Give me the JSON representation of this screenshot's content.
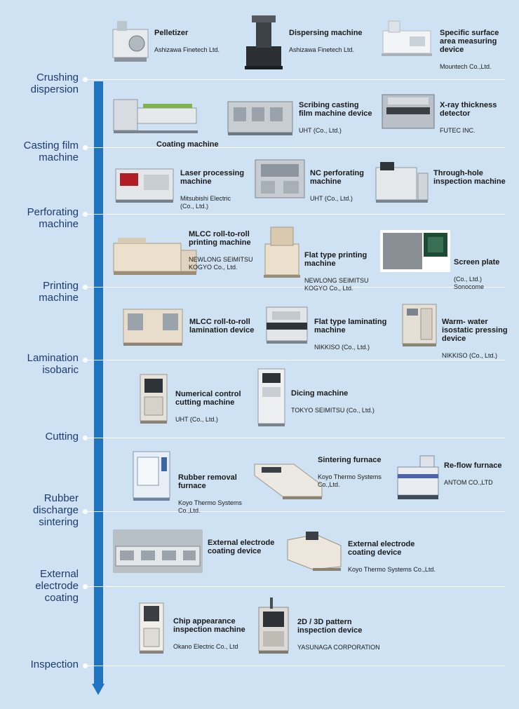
{
  "colors": {
    "background": "#cfe2f4",
    "arrow": "#1f73bf",
    "stage_text": "#1e3a6e",
    "divider": "#ffffff"
  },
  "stages": [
    {
      "label": "Crushing\ndispersion"
    },
    {
      "label": "Casting film\nmachine"
    },
    {
      "label": "Perforating\nmachine"
    },
    {
      "label": "Printing\nmachine"
    },
    {
      "label": "Lamination\nisobaric"
    },
    {
      "label": "Cutting"
    },
    {
      "label": "Rubber\ndischarge\nsintering"
    },
    {
      "label": "External\nelectrode\ncoating"
    },
    {
      "label": "Inspection"
    }
  ],
  "equipment": {
    "pelletizer": {
      "name": "Pelletizer",
      "maker": "Ashizawa Finetech Ltd."
    },
    "dispersing": {
      "name": "Dispersing machine",
      "maker": "Ashizawa Finetech Ltd."
    },
    "surface_area": {
      "name": "Specific surface\narea measuring\ndevice",
      "maker": "Mountech Co.,Ltd."
    },
    "coating": {
      "name": "Coating machine",
      "maker": ""
    },
    "scribing": {
      "name": "Scribing casting\nfilm machine device",
      "maker": "UHT (Co., Ltd.)"
    },
    "xray": {
      "name": "X-ray thickness\ndetector",
      "maker": "FUTEC INC."
    },
    "laser": {
      "name": "Laser processing\nmachine",
      "maker": "Mitsubishi Electric\n(Co., Ltd.)"
    },
    "nc_perf": {
      "name": "NC perforating\nmachine",
      "maker": "UHT (Co., Ltd.)"
    },
    "through_hole": {
      "name": "Through-hole\ninspection machine",
      "maker": ""
    },
    "mlcc_print": {
      "name": "MLCC roll-to-roll\nprinting machine",
      "maker": "NEWLONG SEIMITSU\nKOGYO Co., Ltd."
    },
    "flat_print": {
      "name": "Flat type printing\nmachine",
      "maker": "NEWLONG SEIMITSU\nKOGYO Co., Ltd."
    },
    "screen_plate": {
      "name": "Screen plate",
      "maker": "(Co., Ltd.)\nSonocome"
    },
    "mlcc_lam": {
      "name": "MLCC roll-to-roll\nlamination device",
      "maker": ""
    },
    "flat_lam": {
      "name": "Flat type laminating\nmachine",
      "maker": "NIKKISO (Co., Ltd.)"
    },
    "warm_press": {
      "name": "Warm- water\nisostatic pressing\ndevice",
      "maker": "NIKKISO (Co., Ltd.)"
    },
    "nc_cut": {
      "name": "Numerical control\ncutting machine",
      "maker": "UHT (Co., Ltd.)"
    },
    "dicing": {
      "name": "Dicing machine",
      "maker": "TOKYO SEIMITSU (Co., Ltd.)"
    },
    "rubber_removal": {
      "name": "Rubber removal\nfurnace",
      "maker": "Koyo Thermo Systems\nCo.,Ltd."
    },
    "sintering": {
      "name": "Sintering furnace",
      "maker": "Koyo Thermo Systems\nCo.,Ltd."
    },
    "reflow": {
      "name": "Re-flow furnace",
      "maker": "ANTOM CO.,LTD"
    },
    "ext_coat1": {
      "name": "External electrode\ncoating device",
      "maker": ""
    },
    "ext_coat2": {
      "name": "External electrode\ncoating device",
      "maker": "Koyo Thermo Systems Co.,Ltd."
    },
    "chip_insp": {
      "name": "Chip appearance\ninspection machine",
      "maker": "Okano Electric Co., Ltd"
    },
    "pattern_insp": {
      "name": "2D / 3D pattern\ninspection device",
      "maker": "YASUNAGA CORPORATION"
    }
  }
}
